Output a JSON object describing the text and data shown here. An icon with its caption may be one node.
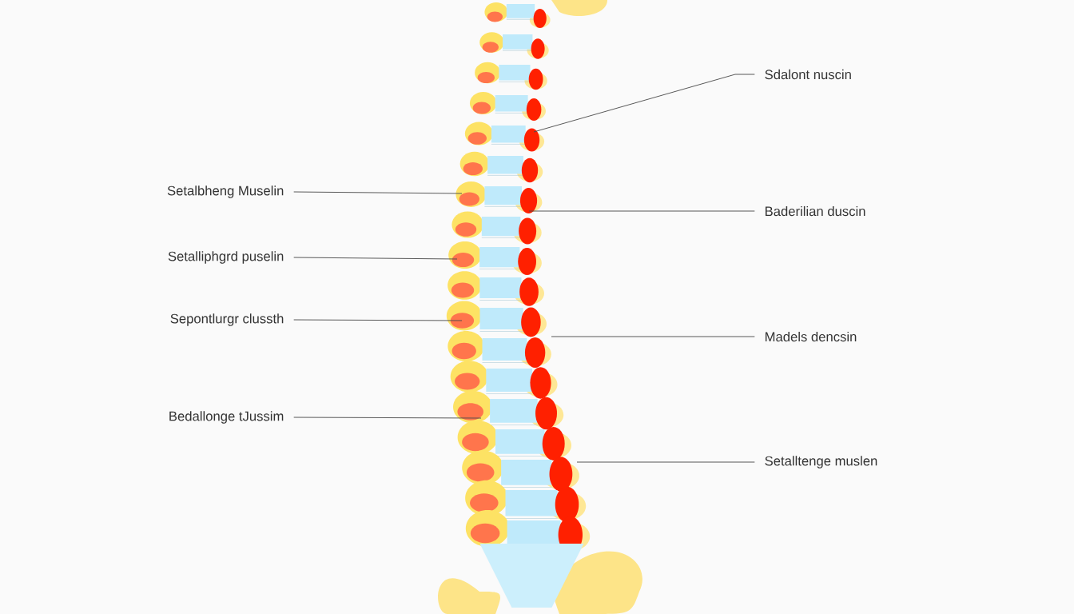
{
  "diagram": {
    "nodes": [
      {
        "text": [
          "Sdalont nuscin"
        ]
      },
      {
        "text": [
          "Setalbheng Muselin"
        ]
      },
      {
        "text": [
          "Baderilian duscin"
        ]
      },
      {
        "text": [
          "Setalliphgrd puselin"
        ]
      },
      {
        "text": [
          "Sepontlurgr clussth"
        ]
      },
      {
        "text": [
          "Madels dencsin"
        ]
      },
      {
        "text": [
          "Bedallonge tJussim"
        ]
      },
      {
        "text": [
          "Setalltenge muslen"
        ]
      }
    ],
    "edges": [
      {
        "from": 0,
        "to": null,
        "arrow": "none"
      },
      {
        "from": 1,
        "to": null,
        "arrow": "none"
      },
      {
        "from": 2,
        "to": null,
        "arrow": "none"
      },
      {
        "from": 3,
        "to": null,
        "arrow": "none"
      },
      {
        "from": 4,
        "to": null,
        "arrow": "none"
      },
      {
        "from": 5,
        "to": null,
        "arrow": "none"
      },
      {
        "from": 6,
        "to": null,
        "arrow": "none"
      },
      {
        "from": 7,
        "to": null,
        "arrow": "none"
      }
    ]
  }
}
